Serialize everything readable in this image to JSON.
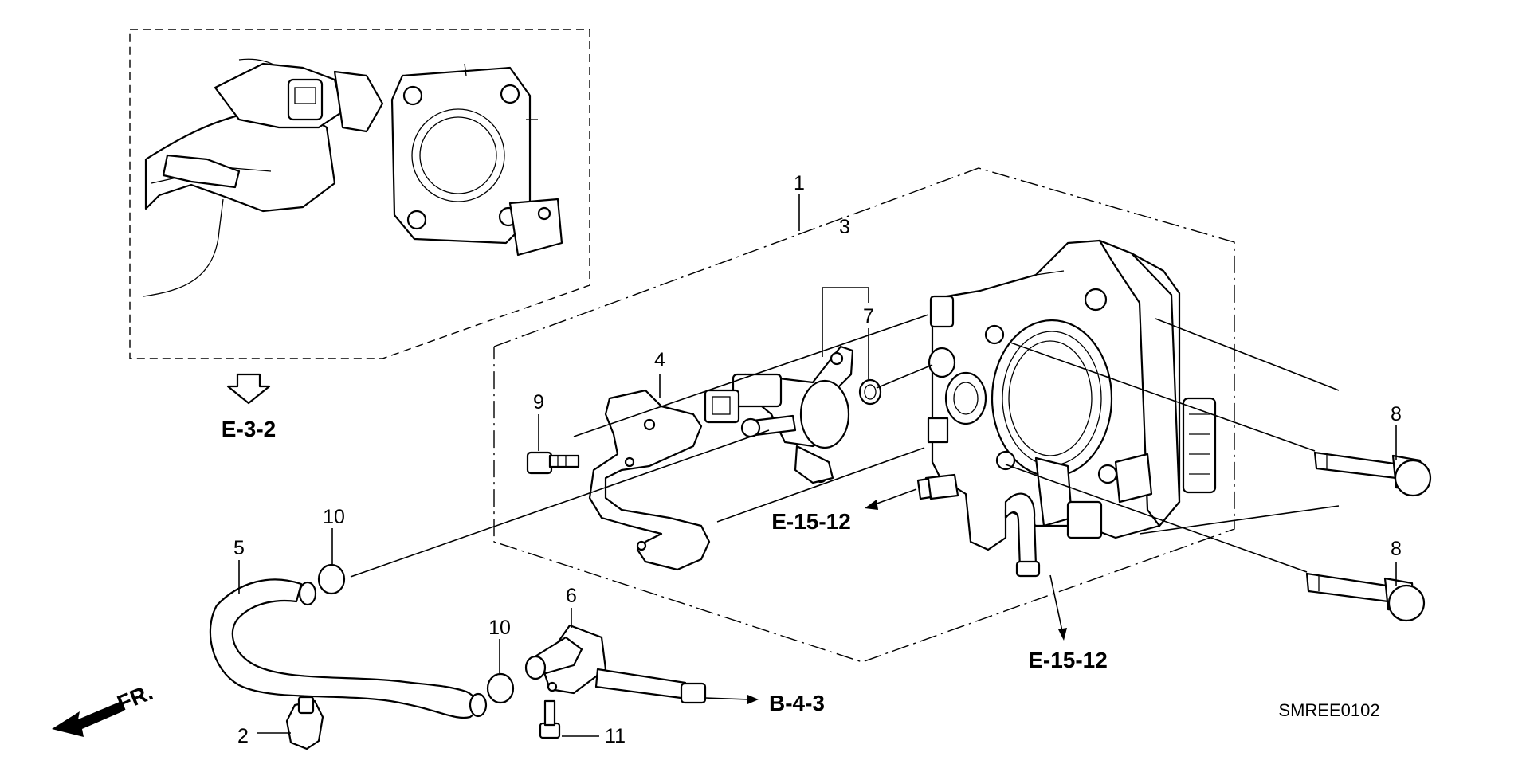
{
  "diagram": {
    "part_numbers": {
      "p1": "1",
      "p2": "2",
      "p3": "3",
      "p4": "4",
      "p5": "5",
      "p6": "6",
      "p7": "7",
      "p8a": "8",
      "p8b": "8",
      "p9": "9",
      "p10a": "10",
      "p10b": "10",
      "p11": "11"
    },
    "references": {
      "e_3_2": "E-3-2",
      "e_15_12_a": "E-15-12",
      "e_15_12_b": "E-15-12",
      "b_4_3": "B-4-3"
    },
    "front_indicator": "FR.",
    "diagram_code": "SMREE0102"
  }
}
